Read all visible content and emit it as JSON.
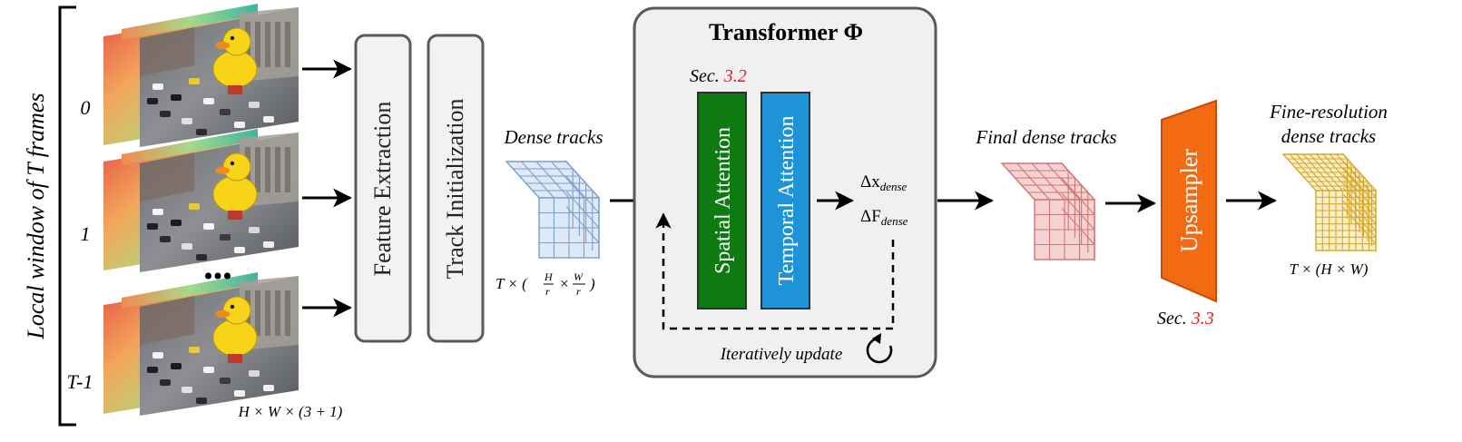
{
  "window_label": "Local window of T frames",
  "frame_labels": [
    "0",
    "1",
    "T-1"
  ],
  "ellipsis": "•••",
  "input_dims": "H × W × (3 + 1)",
  "feature_extraction": "Feature Extraction",
  "track_initialization": "Track Initialization",
  "dense_tracks": {
    "title": "Dense tracks",
    "dims_prefix": "T × (",
    "H": "H",
    "r": "r",
    "times": "×",
    "W": "W",
    "close": ")"
  },
  "transformer": {
    "title": "Transformer Φ",
    "sec_prefix": "Sec.",
    "sec_ref": "3.2",
    "spatial": "Spatial Attention",
    "temporal": "Temporal Attention",
    "delta_x": "Δx",
    "delta_x_sub": "dense",
    "delta_f": "ΔF",
    "delta_f_sub": "dense",
    "iterative": "Iteratively update"
  },
  "final_tracks": "Final dense tracks",
  "upsampler": {
    "label": "Upsampler",
    "sec_prefix": "Sec.",
    "sec_ref": "3.3"
  },
  "fine_tracks": {
    "title_line1": "Fine-resolution",
    "title_line2": "dense tracks",
    "dims": "T × (H × W)"
  },
  "colors": {
    "spatial_attention": "#0f7a12",
    "temporal_attention": "#1e93d8",
    "upsampler": "#f26b12",
    "dense_cube": "#dde9f7",
    "final_cube": "#f6d3d3",
    "fine_cube": "#fbefc9",
    "section_ref": "#e8191c"
  }
}
